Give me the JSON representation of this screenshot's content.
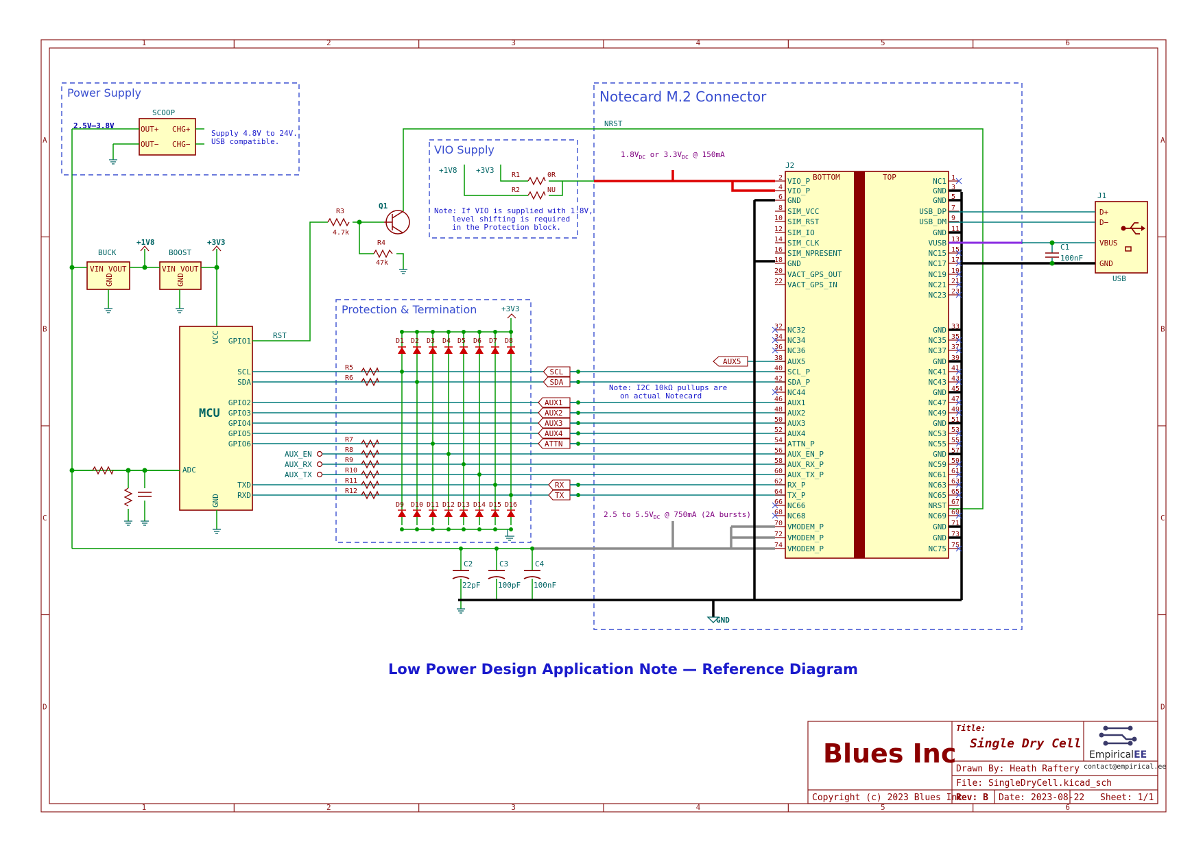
{
  "zones": {
    "cols": [
      "1",
      "2",
      "3",
      "4",
      "5",
      "6"
    ],
    "rows": [
      "A",
      "B",
      "C",
      "D"
    ]
  },
  "diagram_title": "Low Power Design Application Note — Reference Diagram",
  "boxes": {
    "power_supply": "Power Supply",
    "notecard": "Notecard M.2 Connector",
    "vio_supply": "VIO Supply",
    "protection": "Protection & Termination"
  },
  "power_supply": {
    "input_label": "2.5V–3.8V",
    "scoop_ref": "SCOOP",
    "pins": [
      "OUT+",
      "OUT−",
      "CHG+",
      "CHG−"
    ],
    "note": [
      "Supply 4.8V to 24V.",
      "USB compatible."
    ]
  },
  "regulators": {
    "buck": {
      "ref": "BUCK",
      "pins": [
        "VIN",
        "VOUT",
        "GND"
      ],
      "rail": "+1V8"
    },
    "boost": {
      "ref": "BOOST",
      "pins": [
        "VIN",
        "VOUT",
        "GND"
      ],
      "rail": "+3V3"
    }
  },
  "mcu": {
    "ref": "MCU",
    "left_pins": [
      "ADC"
    ],
    "top_pins": [
      "VCC"
    ],
    "bottom_pins": [
      "GND"
    ],
    "right_pins": [
      "GPIO1",
      "SCL",
      "SDA",
      "GPIO2",
      "GPIO3",
      "GPIO4",
      "GPIO5",
      "GPIO6",
      "TXD",
      "RXD"
    ]
  },
  "nets": {
    "rst": "RST",
    "nrst": "NRST",
    "gnd": "GND",
    "p3v3": "+3V3",
    "p1v8": "+1V8"
  },
  "q1": {
    "ref": "Q1",
    "r3": "R3",
    "r3_val": "4.7k",
    "r4": "R4",
    "r4_val": "47k"
  },
  "vio": {
    "rails": [
      "+1V8",
      "+3V3"
    ],
    "r1": "R1",
    "r1_val": "0R",
    "r2": "R2",
    "r2_val": "NU",
    "note": [
      "Note: If VIO is supplied with 1.8V,",
      "level shifting is required",
      "in the Protection block."
    ]
  },
  "vio_current": {
    "prefix": "1.8V",
    "sub1": "DC",
    "mid": " or 3.3V",
    "sub2": "DC",
    "suffix": " @ 150mA"
  },
  "vmodem_current": {
    "prefix": "2.5 to 5.5V",
    "sub": "DC",
    "suffix": " @ 750mA (2A bursts)"
  },
  "protection": {
    "resistors": [
      "R5",
      "R6",
      "R7",
      "R8",
      "R9",
      "R10",
      "R11",
      "R12"
    ],
    "diodes_top": [
      "D1",
      "D2",
      "D3",
      "D4",
      "D5",
      "D6",
      "D7",
      "D8"
    ],
    "diodes_bottom": [
      "D9",
      "D10",
      "D11",
      "D12",
      "D13",
      "D14",
      "D15",
      "D16"
    ],
    "aux_inputs": [
      "AUX_EN",
      "AUX_RX",
      "AUX_TX"
    ],
    "rail": "+3V3"
  },
  "net_labels": [
    "SCL",
    "SDA",
    "AUX1",
    "AUX2",
    "AUX3",
    "AUX4",
    "ATTN",
    "RX",
    "TX",
    "AUX5"
  ],
  "i2c_note": [
    "Note: I2C 10kΩ pullups are",
    "on actual Notecard"
  ],
  "connector": {
    "ref": "J2",
    "bottom_label": "BOTTOM",
    "top_label": "TOP",
    "left": [
      {
        "n": "2",
        "name": "VIO_P"
      },
      {
        "n": "4",
        "name": "VIO_P"
      },
      {
        "n": "6",
        "name": "GND"
      },
      {
        "n": "8",
        "name": "SIM_VCC"
      },
      {
        "n": "10",
        "name": "SIM_RST"
      },
      {
        "n": "12",
        "name": "SIM_IO"
      },
      {
        "n": "14",
        "name": "SIM_CLK"
      },
      {
        "n": "16",
        "name": "SIM_NPRESENT"
      },
      {
        "n": "18",
        "name": "GND"
      },
      {
        "n": "20",
        "name": "VACT_GPS_OUT"
      },
      {
        "n": "22",
        "name": "VACT_GPS_IN"
      },
      {
        "n": "32",
        "name": "NC32"
      },
      {
        "n": "34",
        "name": "NC34"
      },
      {
        "n": "36",
        "name": "NC36"
      },
      {
        "n": "38",
        "name": "AUX5"
      },
      {
        "n": "40",
        "name": "SCL_P"
      },
      {
        "n": "42",
        "name": "SDA_P"
      },
      {
        "n": "44",
        "name": "NC44"
      },
      {
        "n": "46",
        "name": "AUX1"
      },
      {
        "n": "48",
        "name": "AUX2"
      },
      {
        "n": "50",
        "name": "AUX3"
      },
      {
        "n": "52",
        "name": "AUX4"
      },
      {
        "n": "54",
        "name": "ATTN_P"
      },
      {
        "n": "56",
        "name": "AUX_EN_P"
      },
      {
        "n": "58",
        "name": "AUX_RX_P"
      },
      {
        "n": "60",
        "name": "AUX_TX_P"
      },
      {
        "n": "62",
        "name": "RX_P"
      },
      {
        "n": "64",
        "name": "TX_P"
      },
      {
        "n": "66",
        "name": "NC66"
      },
      {
        "n": "68",
        "name": "NC68"
      },
      {
        "n": "70",
        "name": "VMODEM_P"
      },
      {
        "n": "72",
        "name": "VMODEM_P"
      },
      {
        "n": "74",
        "name": "VMODEM_P"
      }
    ],
    "right": [
      {
        "n": "1",
        "name": "NC1"
      },
      {
        "n": "3",
        "name": "GND"
      },
      {
        "n": "5",
        "name": "GND"
      },
      {
        "n": "7",
        "name": "USB_DP"
      },
      {
        "n": "9",
        "name": "USB_DM"
      },
      {
        "n": "11",
        "name": "GND"
      },
      {
        "n": "13",
        "name": "VUSB"
      },
      {
        "n": "15",
        "name": "NC15"
      },
      {
        "n": "17",
        "name": "NC17"
      },
      {
        "n": "19",
        "name": "NC19"
      },
      {
        "n": "21",
        "name": "NC21"
      },
      {
        "n": "23",
        "name": "NC23"
      },
      {
        "n": "33",
        "name": "GND"
      },
      {
        "n": "35",
        "name": "NC35"
      },
      {
        "n": "37",
        "name": "NC37"
      },
      {
        "n": "39",
        "name": "GND"
      },
      {
        "n": "41",
        "name": "NC41"
      },
      {
        "n": "43",
        "name": "NC43"
      },
      {
        "n": "45",
        "name": "GND"
      },
      {
        "n": "47",
        "name": "NC47"
      },
      {
        "n": "49",
        "name": "NC49"
      },
      {
        "n": "51",
        "name": "GND"
      },
      {
        "n": "53",
        "name": "NC53"
      },
      {
        "n": "55",
        "name": "NC55"
      },
      {
        "n": "57",
        "name": "GND"
      },
      {
        "n": "59",
        "name": "NC59"
      },
      {
        "n": "61",
        "name": "NC61"
      },
      {
        "n": "63",
        "name": "NC63"
      },
      {
        "n": "65",
        "name": "NC65"
      },
      {
        "n": "67",
        "name": "NRST"
      },
      {
        "n": "69",
        "name": "NC69"
      },
      {
        "n": "71",
        "name": "GND"
      },
      {
        "n": "73",
        "name": "GND"
      },
      {
        "n": "75",
        "name": "NC75"
      }
    ]
  },
  "usb": {
    "ref": "J1",
    "name": "USB",
    "pins": [
      "D+",
      "D−",
      "VBUS",
      "GND"
    ],
    "c1": "C1",
    "c1_val": "100nF"
  },
  "caps": [
    {
      "ref": "C2",
      "val": "22pF"
    },
    {
      "ref": "C3",
      "val": "100pF"
    },
    {
      "ref": "C4",
      "val": "100nF"
    }
  ],
  "title_block": {
    "company": "Blues Inc",
    "title_label": "Title:",
    "title": "Single Dry Cell",
    "drawn_by": "Drawn By: Heath Raftery",
    "file": "File: SingleDryCell.kicad_sch",
    "copyright": "Copyright (c) 2023 Blues Inc",
    "rev": "Rev: B",
    "date": "Date: 2023-08-22",
    "sheet": "Sheet: 1/1",
    "logo_text_a": "Empirical",
    "logo_text_b": "EE",
    "contact": "contact@empirical.ee"
  },
  "colors": {
    "frame": "#8b1a1a",
    "wire": "#009900",
    "bus": "#007a7a",
    "power_rail": "#dd0000",
    "vmodem": "#8c8c8c",
    "vusb": "#8a2be2",
    "component_fill": "#ffffc2",
    "box_dash": "#3a4fd0",
    "title_text": "#1a1acc"
  }
}
